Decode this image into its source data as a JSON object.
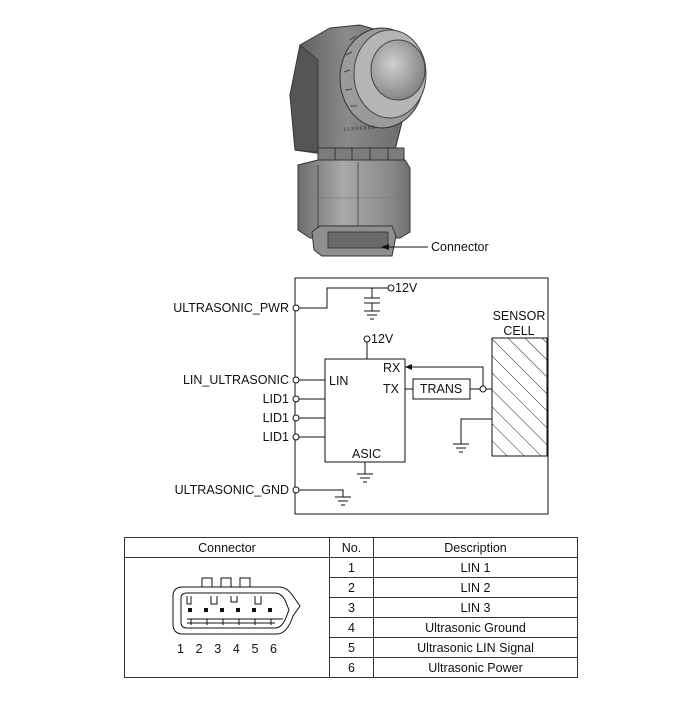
{
  "sensor_callout": {
    "label": "Connector"
  },
  "schematic": {
    "pins": {
      "pwr": "ULTRASONIC_PWR",
      "lin": "LIN_ULTRASONIC",
      "lid_a": "LID1",
      "lid_b": "LID1",
      "lid_c": "LID1",
      "gnd": "ULTRASONIC_GND"
    },
    "supply_top": "12V",
    "supply_asic": "12V",
    "asic": {
      "lin": "LIN",
      "rx": "RX",
      "tx": "TX",
      "name": "ASIC"
    },
    "trans": "TRANS",
    "sensor_cell": {
      "line1": "SENSOR",
      "line2": "CELL"
    }
  },
  "table": {
    "headers": {
      "connector": "Connector",
      "no": "No.",
      "description": "Description"
    },
    "pin_numbers": [
      "1",
      "2",
      "3",
      "4",
      "5",
      "6"
    ],
    "rows": [
      {
        "no": "1",
        "description": "LIN 1"
      },
      {
        "no": "2",
        "description": "LIN 2"
      },
      {
        "no": "3",
        "description": "LIN 3"
      },
      {
        "no": "4",
        "description": "Ultrasonic Ground"
      },
      {
        "no": "5",
        "description": "Ultrasonic LIN Signal"
      },
      {
        "no": "6",
        "description": "Ultrasonic Power"
      }
    ]
  }
}
